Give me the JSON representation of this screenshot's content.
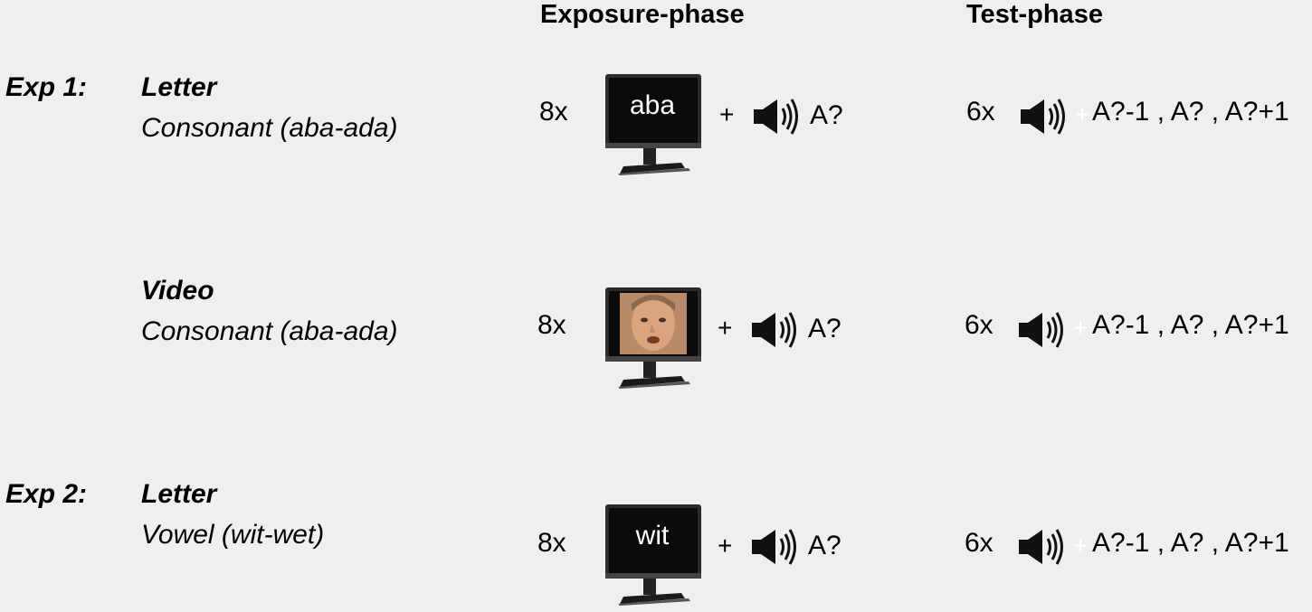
{
  "headers": {
    "exposure": "Exposure-phase",
    "test": "Test-phase"
  },
  "rows": [
    {
      "exp_label": "Exp 1:",
      "condition": "Letter",
      "subtitle": "Consonant (aba-ada)",
      "exposure_count": "8x",
      "screen_content": "aba",
      "screen_type": "letter",
      "plus": "+",
      "audio_label": "A?",
      "test_count": "6x",
      "test_plus": "+",
      "test_stimuli": "A?-1 , A? , A?+1"
    },
    {
      "exp_label": "",
      "condition": "Video",
      "subtitle": "Consonant (aba-ada)",
      "exposure_count": "8x",
      "screen_content": "",
      "screen_type": "video-face",
      "plus": "+",
      "audio_label": "A?",
      "test_count": "6x",
      "test_plus": "+",
      "test_stimuli": "A?-1 , A? , A?+1"
    },
    {
      "exp_label": "Exp 2:",
      "condition": "Letter",
      "subtitle": "Vowel (wit-wet)",
      "exposure_count": "8x",
      "screen_content": "wit",
      "screen_type": "letter",
      "plus": "+",
      "audio_label": "A?",
      "test_count": "6x",
      "test_plus": "+",
      "test_stimuli": "A?-1 , A? , A?+1"
    }
  ],
  "icons": {
    "monitor": "monitor-icon",
    "speaker": "speaker-icon"
  },
  "colors": {
    "background": "#efefef",
    "monitor_body": "#2a2a2a",
    "screen": "#0c0c0c"
  }
}
